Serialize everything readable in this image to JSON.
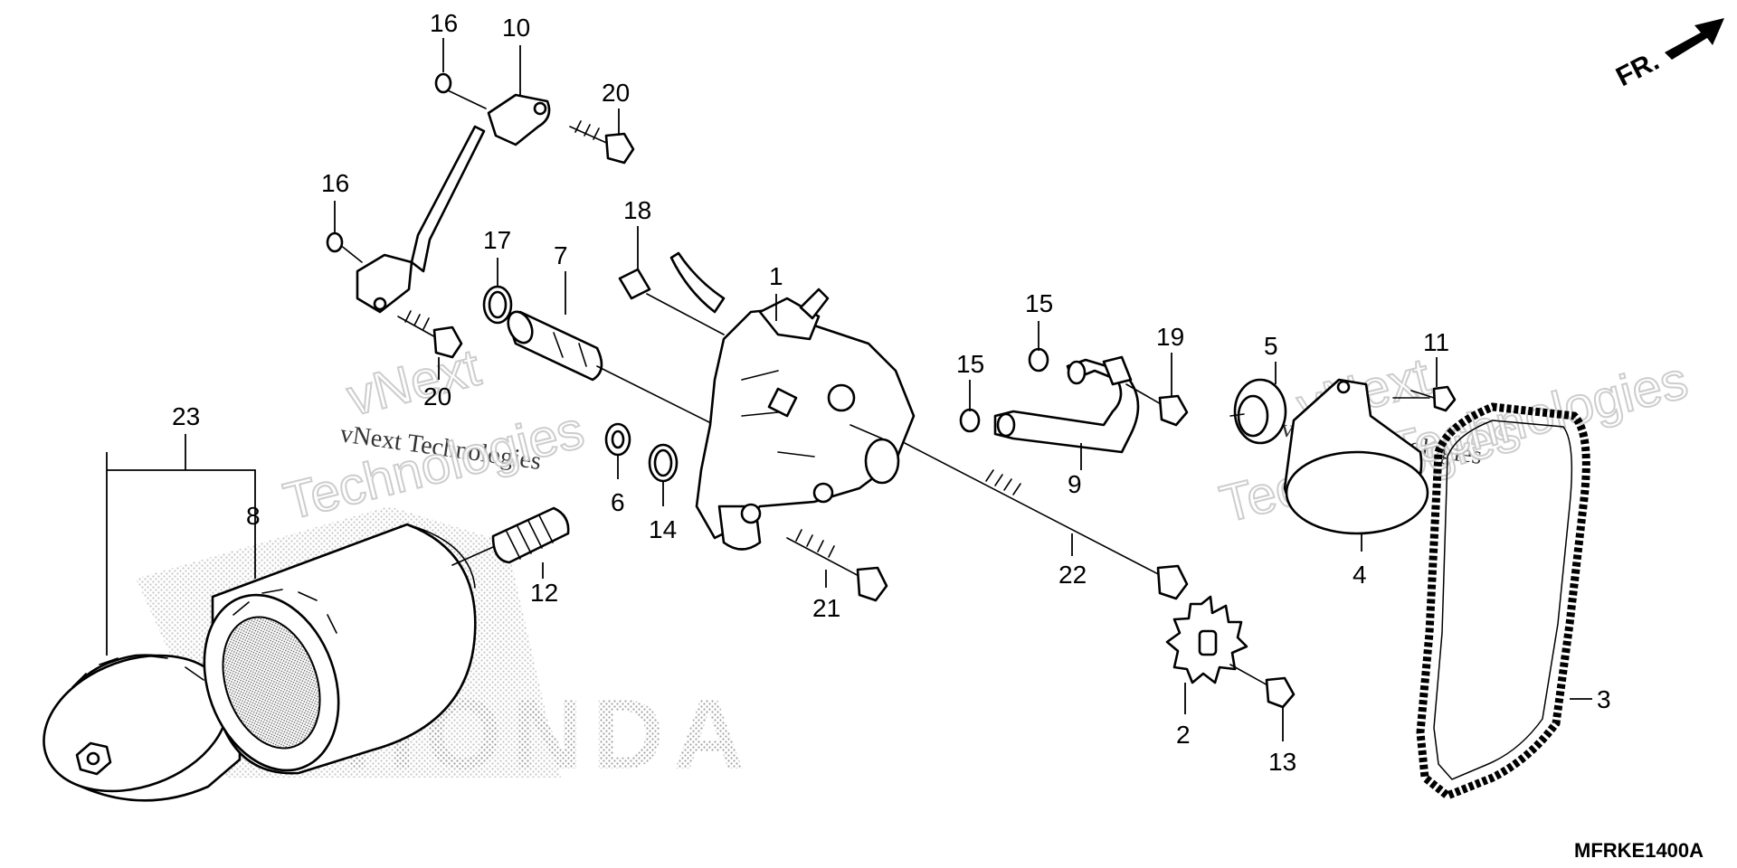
{
  "diagram": {
    "reference_code": "MFRKE1400A",
    "direction_label": "FR.",
    "background_watermark": "HONDA",
    "watermark_texts": [
      "vNext",
      "vNext Technologies",
      "Technologies",
      "vNext Technologies",
      "Technologies",
      "vNext",
      "Technologies"
    ],
    "callouts": [
      {
        "id": "c1",
        "label": "1"
      },
      {
        "id": "c2",
        "label": "2"
      },
      {
        "id": "c3",
        "label": "3"
      },
      {
        "id": "c4",
        "label": "4"
      },
      {
        "id": "c5",
        "label": "5"
      },
      {
        "id": "c6",
        "label": "6"
      },
      {
        "id": "c7",
        "label": "7"
      },
      {
        "id": "c8",
        "label": "8"
      },
      {
        "id": "c9",
        "label": "9"
      },
      {
        "id": "c10",
        "label": "10"
      },
      {
        "id": "c11",
        "label": "11"
      },
      {
        "id": "c12",
        "label": "12"
      },
      {
        "id": "c13",
        "label": "13"
      },
      {
        "id": "c14",
        "label": "14"
      },
      {
        "id": "c15a",
        "label": "15"
      },
      {
        "id": "c15b",
        "label": "15"
      },
      {
        "id": "c16a",
        "label": "16"
      },
      {
        "id": "c16b",
        "label": "16"
      },
      {
        "id": "c17",
        "label": "17"
      },
      {
        "id": "c18",
        "label": "18"
      },
      {
        "id": "c19",
        "label": "19"
      },
      {
        "id": "c20a",
        "label": "20"
      },
      {
        "id": "c20b",
        "label": "20"
      },
      {
        "id": "c21",
        "label": "21"
      },
      {
        "id": "c22",
        "label": "22"
      },
      {
        "id": "c23",
        "label": "23"
      }
    ]
  }
}
